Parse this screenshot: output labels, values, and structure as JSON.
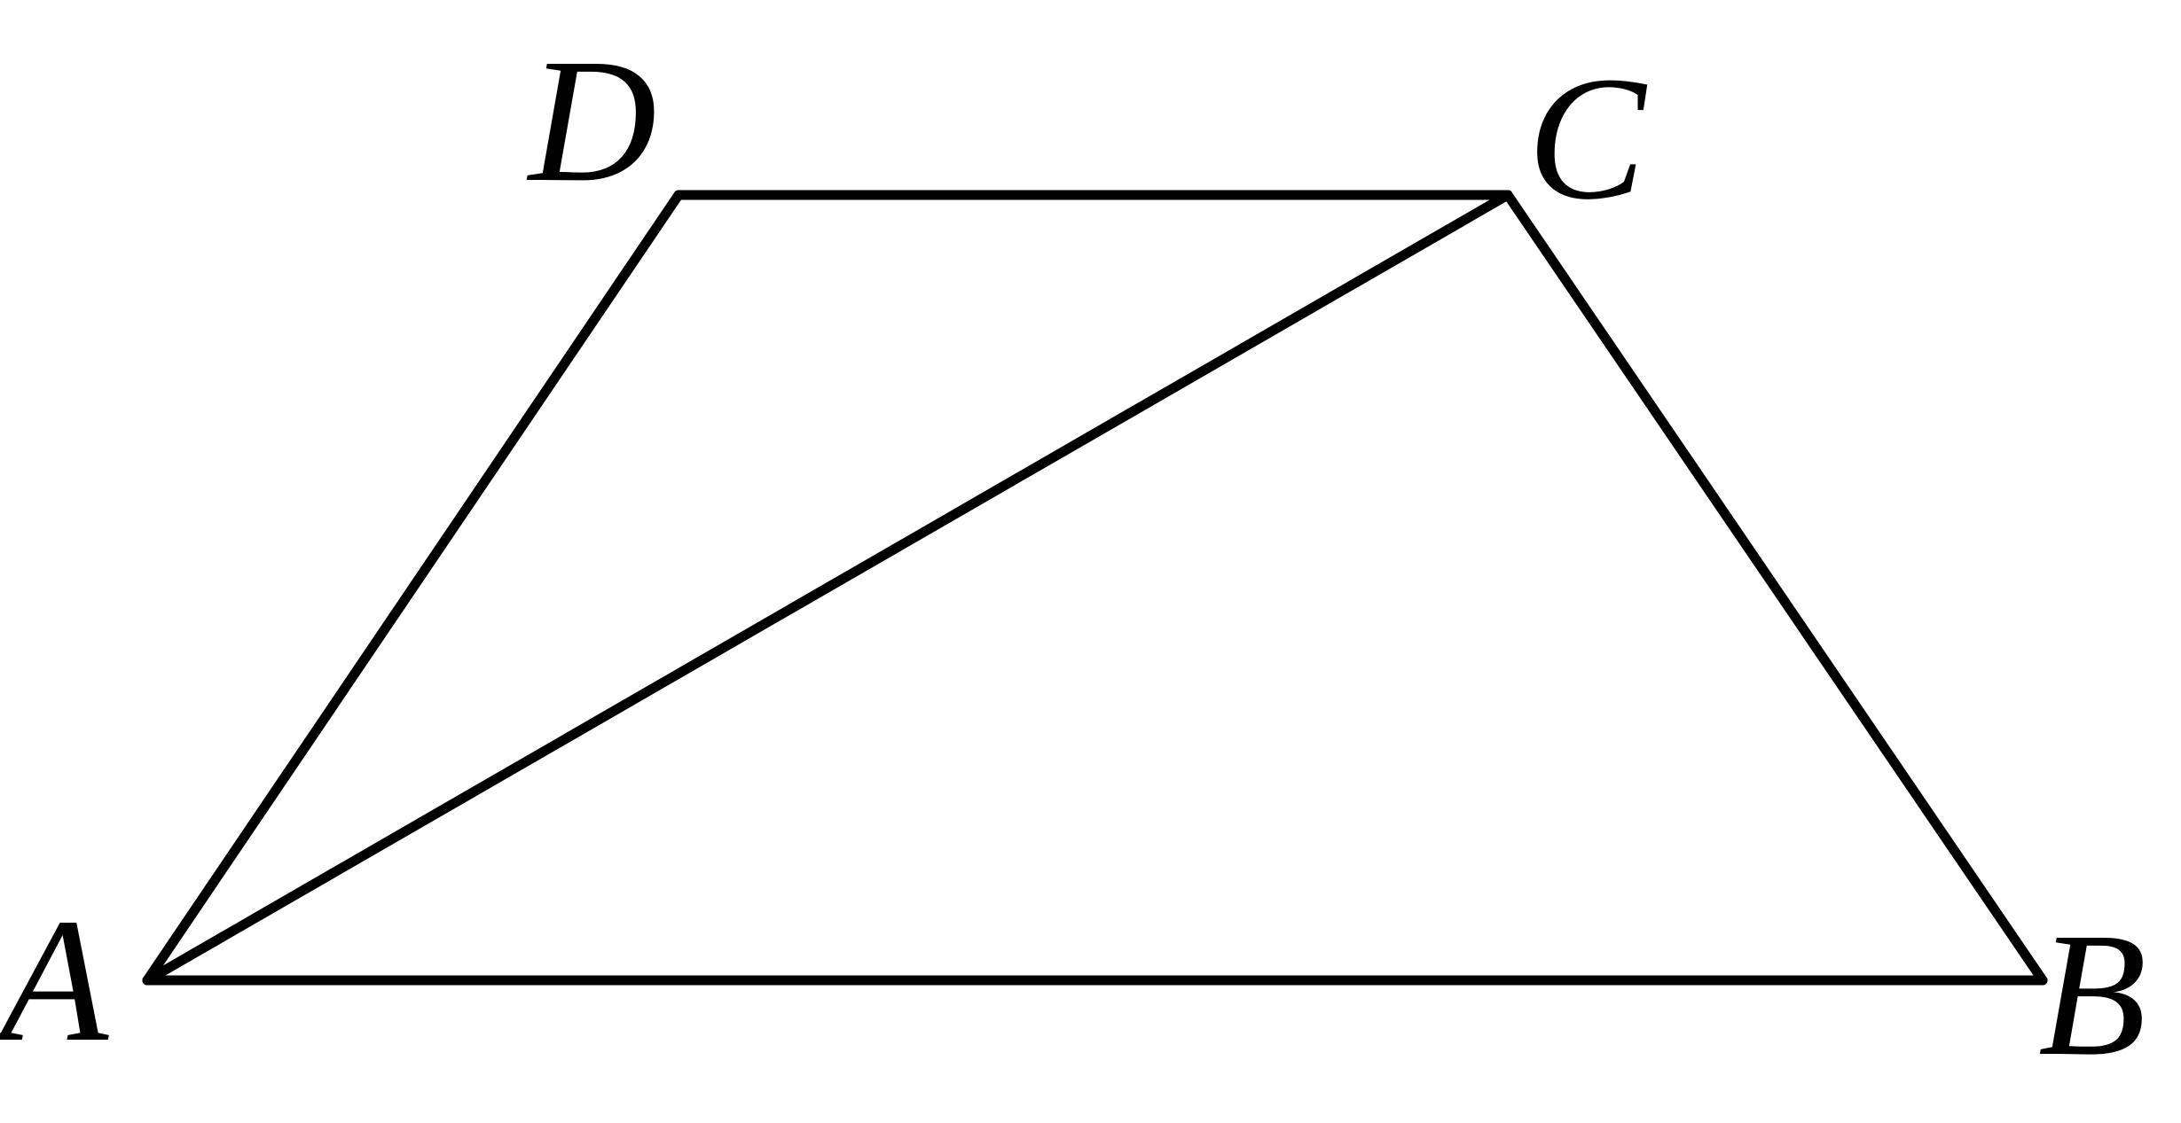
{
  "diagram": {
    "vertices": {
      "A": "A",
      "B": "B",
      "C": "C",
      "D": "D"
    },
    "edges": [
      "AB",
      "BC",
      "CD",
      "DA",
      "AC"
    ],
    "colors": {
      "line": "#000000",
      "background": "#ffffff"
    }
  }
}
